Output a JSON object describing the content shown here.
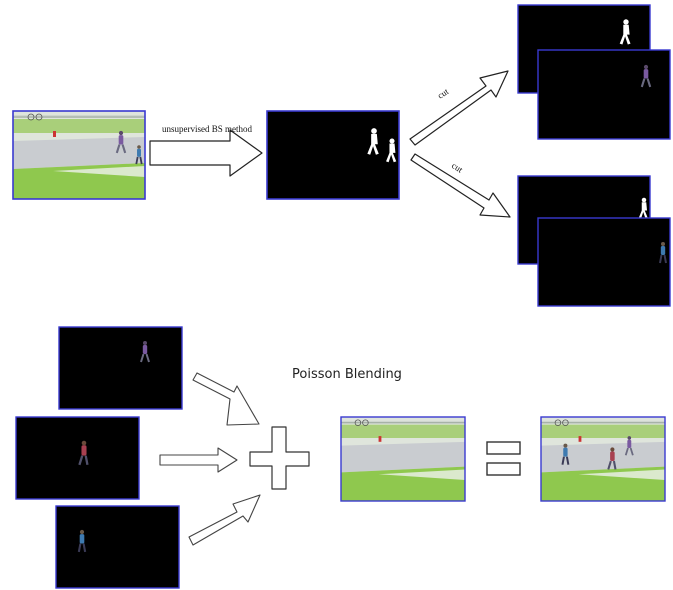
{
  "labels": {
    "bs_method": "unsupervised BS method",
    "cut_top": "cut",
    "cut_bottom": "cut",
    "poisson": "Poisson Blending"
  },
  "colors": {
    "frame_border": "#3a3ad0",
    "mask_bg": "#000000",
    "arrow_stroke": "#222222",
    "grass": "#8fc84e",
    "road": "#c9ccd0"
  },
  "icons": {
    "plus": "plus-shape-icon",
    "equals": "equals-shape-icon",
    "arrow": "outlined-arrow-icon"
  }
}
